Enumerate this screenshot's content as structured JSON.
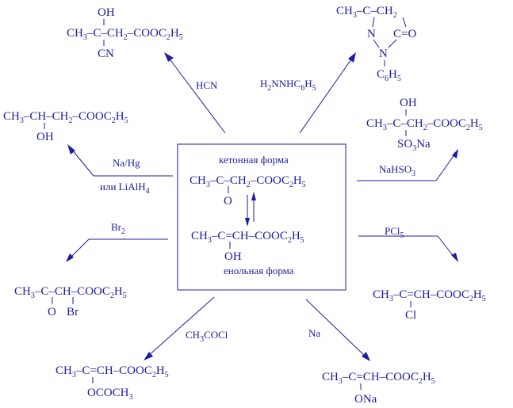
{
  "center": {
    "keto_caption": "кетонная форма",
    "enol_caption": "енольная форма",
    "keto_main": [
      "CH",
      "3",
      "–C–CH",
      "2",
      "–COOC",
      "2",
      "H",
      "5"
    ],
    "keto_o": "O",
    "enol_main": [
      "CH",
      "3",
      "–C=CH–COOC",
      "2",
      "H",
      "5"
    ],
    "enol_oh": "OH"
  },
  "reagents": {
    "hcn": "HCN",
    "hydrazine": [
      "H",
      "2",
      "NNHC",
      "6",
      "H",
      "5"
    ],
    "nahg": "Na/Hg",
    "lialh4": [
      "или LiAlH",
      "4"
    ],
    "nahso3": [
      "NaHSO",
      "3"
    ],
    "br2": [
      "Br",
      "2"
    ],
    "pcl5": [
      "PCl",
      "5"
    ],
    "ch3cocl": [
      "CH",
      "3",
      "COCl"
    ],
    "na": "Na"
  },
  "products": {
    "cyanohydrin": {
      "oh": "OH",
      "main": [
        "CH",
        "3",
        "–C–CH",
        "2",
        "–COOC",
        "2",
        "H",
        "5"
      ],
      "cn": "CN"
    },
    "pyrazolone": {
      "top": [
        "CH",
        "3",
        "–C–CH",
        "2"
      ],
      "n": "N",
      "co": "C=O",
      "n2": "N",
      "ph": [
        "C",
        "6",
        "H",
        "5"
      ]
    },
    "alcohol": {
      "main": [
        "CH",
        "3",
        "–CH–CH",
        "2",
        "–COOC",
        "2",
        "H",
        "5"
      ],
      "oh": "OH"
    },
    "bisulfite": {
      "oh": "OH",
      "main": [
        "CH",
        "3",
        "–C–CH",
        "2",
        "–COOC",
        "2",
        "H",
        "5"
      ],
      "so3na": [
        "SO",
        "3",
        "Na"
      ]
    },
    "bromo": {
      "main": [
        "CH",
        "3",
        "–C–CH–COOC",
        "2",
        "H",
        "5"
      ],
      "o": "O",
      "br": "Br"
    },
    "chloro": {
      "main": [
        "CH",
        "3",
        "–C=CH–COOC",
        "2",
        "H",
        "5"
      ],
      "cl": "Cl"
    },
    "acetylenol": {
      "main": [
        "CH",
        "3",
        "–C=CH–COOC",
        "2",
        "H",
        "5"
      ],
      "ococh3": [
        "OCOCH",
        "3"
      ]
    },
    "sodioenol": {
      "main": [
        "CH",
        "3",
        "–C=CH–COOC",
        "2",
        "H",
        "5"
      ],
      "ona": "ONa"
    }
  }
}
